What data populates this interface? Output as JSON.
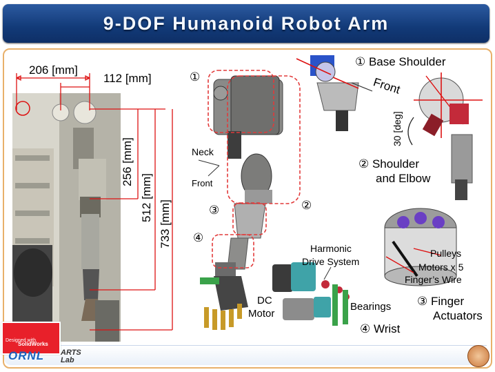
{
  "slide": {
    "title": "9-DOF Humanoid Robot Arm"
  },
  "dimensions": {
    "width_206": "206 [mm]",
    "width_112": "112 [mm]",
    "height_256": "256 [mm]",
    "height_512": "512 [mm]",
    "height_733": "733 [mm]"
  },
  "markers": {
    "m1": "①",
    "m2": "②",
    "m3": "③",
    "m4": "④"
  },
  "arm_labels": {
    "neck": "Neck",
    "front": "Front"
  },
  "base_shoulder": {
    "title": "① Base Shoulder",
    "front": "Front",
    "angle": "30 [deg]"
  },
  "shoulder_elbow": {
    "line1": "② Shoulder",
    "line2": "and Elbow"
  },
  "finger_actuators": {
    "pulleys": "Pulleys",
    "motors": "Motors x 5",
    "wire": "Finger’s Wire",
    "line1": "③ Finger",
    "line2": "Actuators"
  },
  "wrist": {
    "harmonic1": "Harmonic",
    "harmonic2": "Drive System",
    "dc": "DC",
    "motor": "Motor",
    "bearings": "Bearings",
    "title": "④ Wrist"
  },
  "badge": {
    "line1": "Designed with",
    "line2": "SolidWorks"
  },
  "logos": {
    "ornl": "ORNL",
    "arts": "ARTS",
    "lab": "Lab"
  },
  "colors": {
    "title_bar": "#1a4589",
    "panel_border": "#e8b06a",
    "dim_lines": "#d11",
    "highlight_box": "#e23a3a"
  }
}
